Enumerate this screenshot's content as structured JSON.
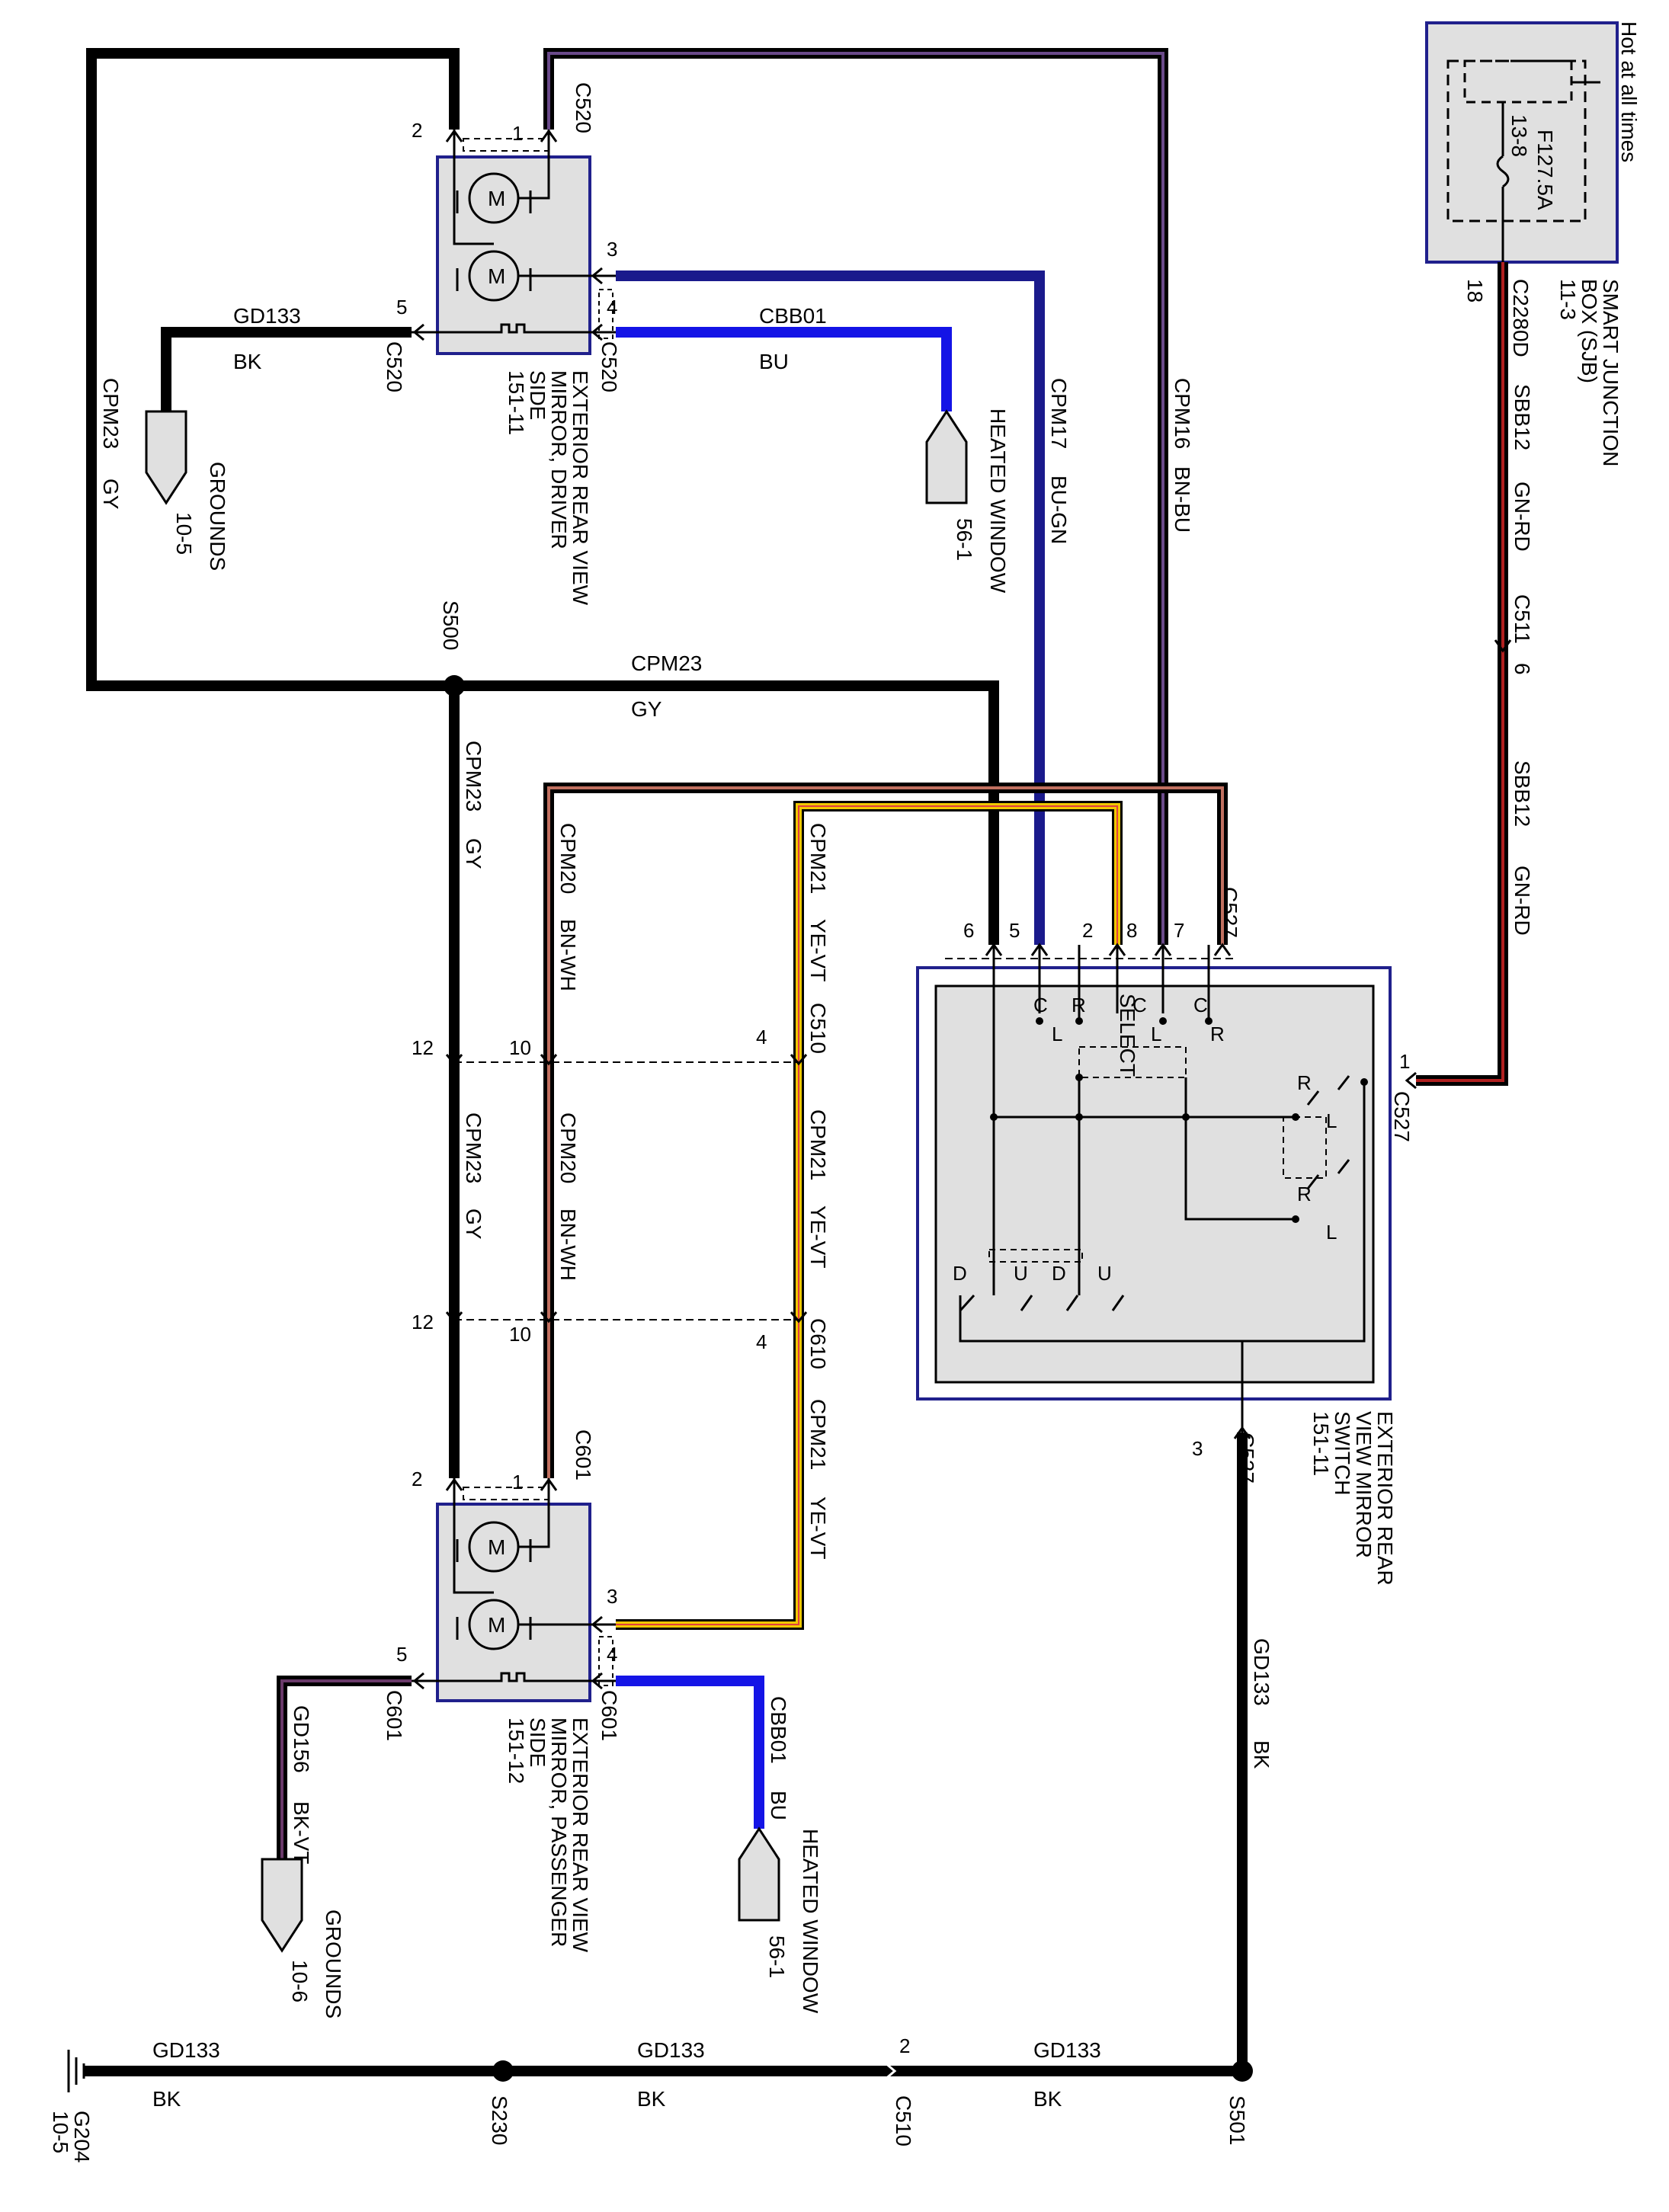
{
  "colors": {
    "BK": "#000000",
    "GY": "#000000",
    "BU": "#1414e6",
    "BU-GN": "#1a1a8c",
    "BN-BU": "#2a1a3a",
    "BN-WH": "#3a1a10",
    "GN-RD": "#5a1010",
    "YE-VT": "#e8c000",
    "BK-VT": "#2a0a2a",
    "component_fill": "#e0e0e0",
    "component_border": "#20208c"
  },
  "sjb": {
    "header": "Hot at all times",
    "fuse_id": "F12",
    "fuse_ref": "13-8",
    "fuse_rating": "7.5A",
    "pin": "18",
    "connector": "C2280D",
    "name_line1": "SMART JUNCTION",
    "name_line2": "BOX (SJB)",
    "page_ref": "11-3"
  },
  "wires": {
    "sbb12_circuit": "SBB12",
    "sbb12_color": "GN-RD",
    "c511_conn": "C511",
    "c511_pin": "6",
    "cpm23_circuit": "CPM23",
    "cpm23_color": "GY",
    "cpm17_circuit": "CPM17",
    "cpm17_color": "BU-GN",
    "cpm16_circuit": "CPM16",
    "cpm16_color": "BN-BU",
    "cpm20_circuit": "CPM20",
    "cpm20_color": "BN-WH",
    "cpm21_circuit": "CPM21",
    "cpm21_color": "YE-VT",
    "gd133_circuit": "GD133",
    "gd133_color": "BK",
    "cbb01_circuit": "CBB01",
    "cbb01_color": "BU",
    "gd156_circuit": "GD156",
    "gd156_color": "BK-VT"
  },
  "driver_mirror": {
    "connector": "C520",
    "pin1": "1",
    "pin2": "2",
    "pin3": "3",
    "pin4": "4",
    "pin5": "5",
    "motor_label": "M",
    "name_line1": "EXTERIOR REAR VIEW",
    "name_line2": "MIRROR, DRIVER",
    "name_line3": "SIDE",
    "page_ref": "151-11"
  },
  "passenger_mirror": {
    "connector": "C601",
    "pin1": "1",
    "pin2": "2",
    "pin3": "3",
    "pin4": "4",
    "pin5": "5",
    "motor_label": "M",
    "name_line1": "EXTERIOR REAR VIEW",
    "name_line2": "MIRROR, PASSENGER",
    "name_line3": "SIDE",
    "page_ref": "151-12"
  },
  "mirror_switch": {
    "connector": "C527",
    "pins": [
      "6",
      "5",
      "2",
      "8",
      "7",
      "1",
      "3"
    ],
    "select_label": "SELECT",
    "contact_c": "C",
    "contact_l": "L",
    "contact_r": "R",
    "contact_u": "U",
    "contact_d": "D",
    "name_line1": "EXTERIOR REAR",
    "name_line2": "VIEW MIRROR",
    "name_line3": "SWITCH",
    "page_ref": "151-11"
  },
  "connectors": {
    "c510": "C510",
    "c610": "C610",
    "c510_bottom": "C510",
    "pin12": "12",
    "pin10": "10",
    "pin4": "4",
    "pin2": "2"
  },
  "splices": {
    "s500": "S500",
    "s501": "S501",
    "s230": "S230"
  },
  "grounds_driver": {
    "label": "GROUNDS",
    "ref": "10-5"
  },
  "grounds_passenger": {
    "label": "GROUNDS",
    "ref": "10-6"
  },
  "heated_window_driver": {
    "label": "HEATED WINDOW",
    "ref": "56-1"
  },
  "heated_window_passenger": {
    "label": "HEATED WINDOW",
    "ref": "56-1"
  },
  "g204": {
    "label": "G204",
    "ref": "10-5"
  }
}
